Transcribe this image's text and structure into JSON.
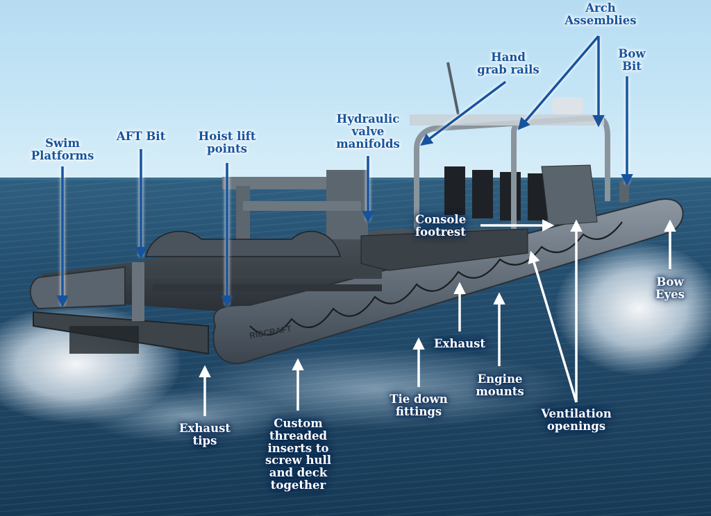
{
  "diagram": {
    "subject": "Rigid inflatable boat (RIB) component callouts",
    "hull_branding": "RIBCRAFT",
    "colors": {
      "callout_blue": "#17539d",
      "callout_white": "#ffffff",
      "sky": "#c5e5f6",
      "sea": "#1f4665",
      "hull": "#5d6873"
    },
    "callouts_blue": [
      {
        "id": "swim-platforms",
        "lines": [
          "Swim",
          "Platforms"
        ]
      },
      {
        "id": "aft-bit",
        "lines": [
          "AFT Bit"
        ]
      },
      {
        "id": "hoist-lift-points",
        "lines": [
          "Hoist lift",
          "points"
        ]
      },
      {
        "id": "hydraulic-valve-manifolds",
        "lines": [
          "Hydraulic",
          "valve",
          "manifolds"
        ]
      },
      {
        "id": "hand-grab-rails",
        "lines": [
          "Hand",
          "grab rails"
        ]
      },
      {
        "id": "arch-assemblies",
        "lines": [
          "Arch",
          "Assemblies"
        ]
      },
      {
        "id": "bow-bit",
        "lines": [
          "Bow",
          "Bit"
        ]
      }
    ],
    "callouts_white": [
      {
        "id": "console-footrest",
        "lines": [
          "Console",
          "footrest"
        ]
      },
      {
        "id": "bow-eyes",
        "lines": [
          "Bow",
          "Eyes"
        ]
      },
      {
        "id": "exhaust",
        "lines": [
          "Exhaust"
        ]
      },
      {
        "id": "engine-mounts",
        "lines": [
          "Engine",
          "mounts"
        ]
      },
      {
        "id": "tie-down-fittings",
        "lines": [
          "Tie down",
          "fittings"
        ]
      },
      {
        "id": "ventilation-openings",
        "lines": [
          "Ventilation",
          "openings"
        ]
      },
      {
        "id": "exhaust-tips",
        "lines": [
          "Exhaust",
          "tips"
        ]
      },
      {
        "id": "custom-threaded-inserts",
        "lines": [
          "Custom",
          "threaded",
          "inserts to",
          "screw hull",
          "and deck",
          "together"
        ]
      }
    ]
  }
}
